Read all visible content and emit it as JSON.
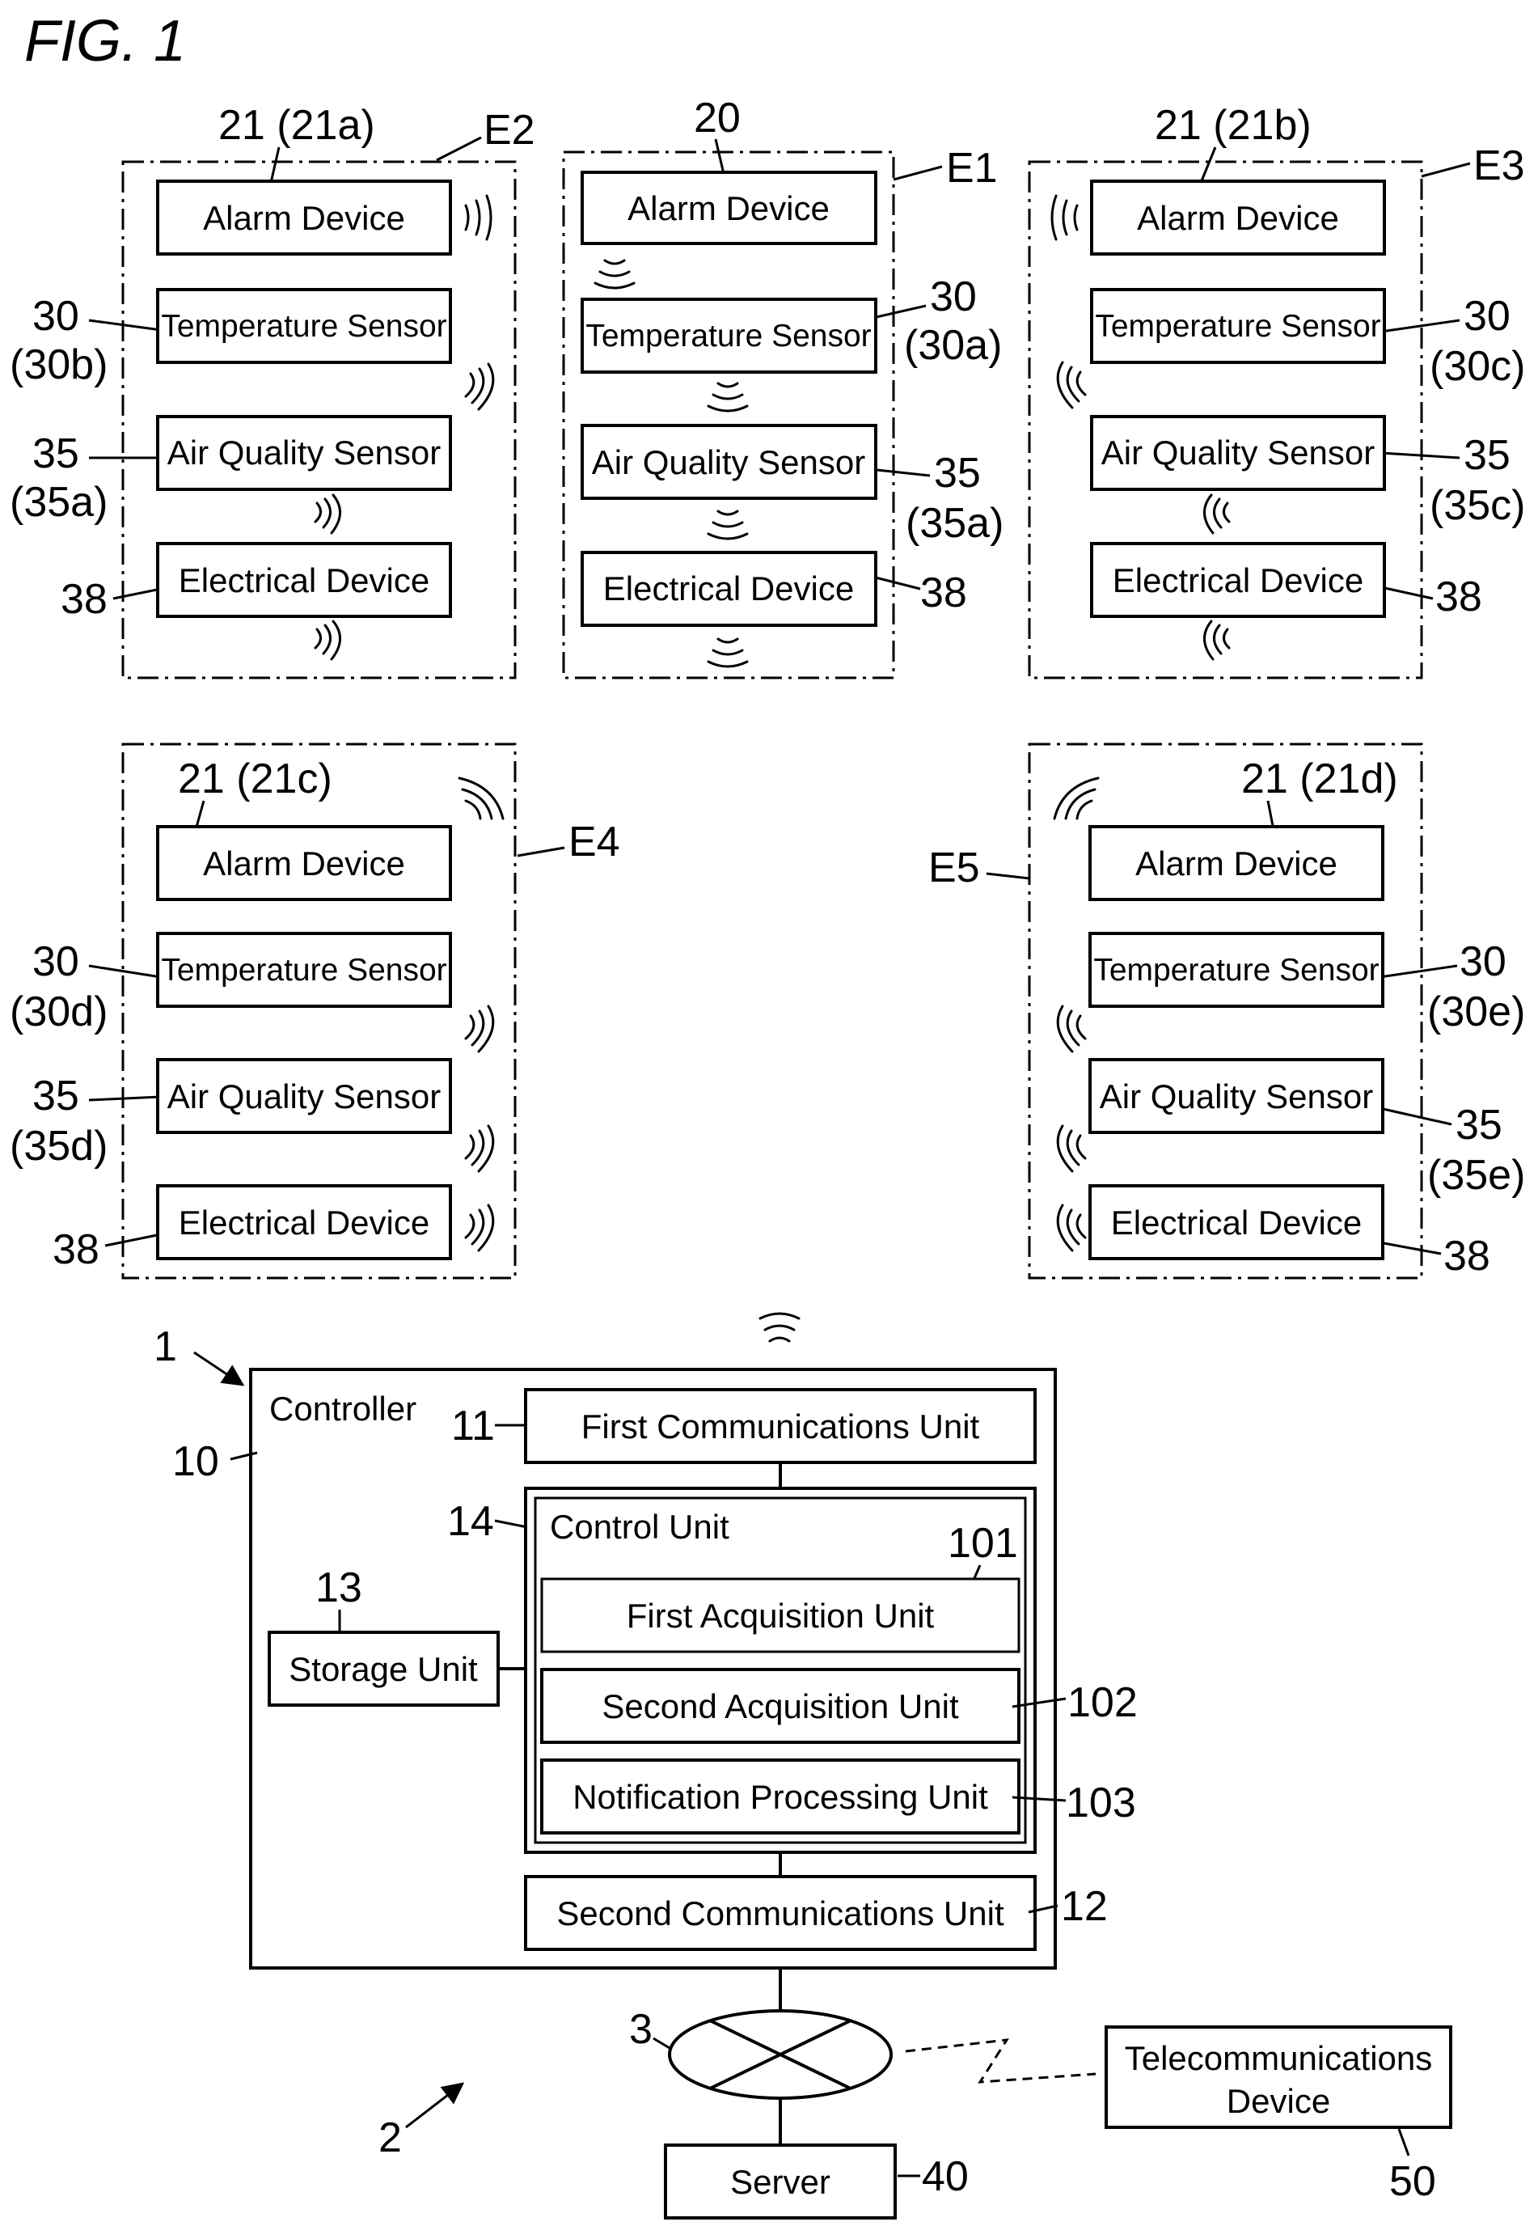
{
  "figure_label": "FIG. 1",
  "zones": {
    "E1": {
      "label": "E1",
      "alarm_ref": "20",
      "alarm": "Alarm Device",
      "temp": "Temperature Sensor",
      "air": "Air Quality Sensor",
      "elec": "Electrical Device",
      "temp_ref": "30",
      "temp_ref2": "(30a)",
      "air_ref": "35",
      "air_ref2": "(35a)",
      "elec_ref": "38"
    },
    "E2": {
      "label": "E2",
      "alarm_ref": "21 (21a)",
      "alarm": "Alarm Device",
      "temp": "Temperature Sensor",
      "air": "Air Quality Sensor",
      "elec": "Electrical Device",
      "temp_ref": "30",
      "temp_ref2": "(30b)",
      "air_ref": "35",
      "air_ref2": "(35a)",
      "elec_ref": "38"
    },
    "E3": {
      "label": "E3",
      "alarm_ref": "21 (21b)",
      "alarm": "Alarm Device",
      "temp": "Temperature Sensor",
      "air": "Air Quality Sensor",
      "elec": "Electrical Device",
      "temp_ref": "30",
      "temp_ref2": "(30c)",
      "air_ref": "35",
      "air_ref2": "(35c)",
      "elec_ref": "38"
    },
    "E4": {
      "label": "E4",
      "alarm_ref": "21 (21c)",
      "alarm": "Alarm Device",
      "temp": "Temperature Sensor",
      "air": "Air Quality Sensor",
      "elec": "Electrical Device",
      "temp_ref": "30",
      "temp_ref2": "(30d)",
      "air_ref": "35",
      "air_ref2": "(35d)",
      "elec_ref": "38"
    },
    "E5": {
      "label": "E5",
      "alarm_ref": "21 (21d)",
      "alarm": "Alarm Device",
      "temp": "Temperature Sensor",
      "air": "Air Quality Sensor",
      "elec": "Electrical Device",
      "temp_ref": "30",
      "temp_ref2": "(30e)",
      "air_ref": "35",
      "air_ref2": "(35e)",
      "elec_ref": "38"
    }
  },
  "system": {
    "system_ref": "1",
    "controller_label": "Controller",
    "controller_ref": "10",
    "first_comm": "First Communications Unit",
    "first_comm_ref": "11",
    "control_unit": "Control Unit",
    "control_unit_ref": "14",
    "first_acq": "First Acquisition Unit",
    "first_acq_ref": "101",
    "second_acq": "Second Acquisition Unit",
    "second_acq_ref": "102",
    "notif": "Notification Processing Unit",
    "notif_ref": "103",
    "storage": "Storage Unit",
    "storage_ref": "13",
    "second_comm": "Second Communications Unit",
    "second_comm_ref": "12",
    "network_ref": "3",
    "system2_ref": "2",
    "server": "Server",
    "server_ref": "40",
    "telecom_line1": "Telecommunications",
    "telecom_line2": "Device",
    "telecom_ref": "50"
  }
}
